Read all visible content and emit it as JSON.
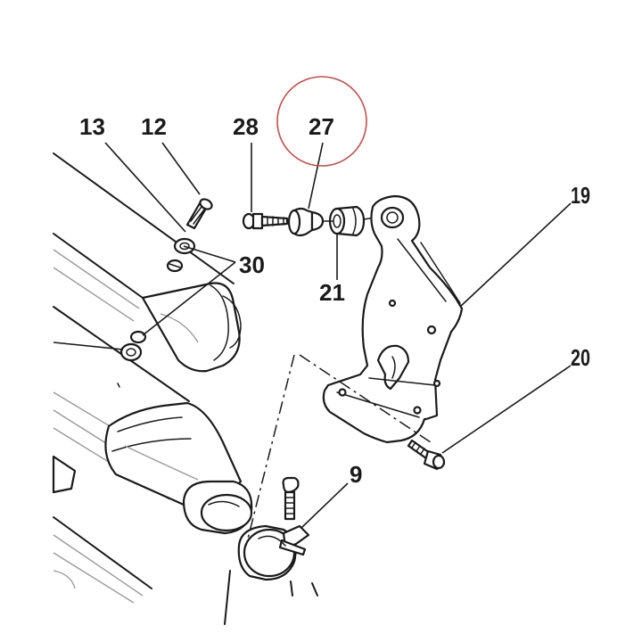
{
  "callouts": {
    "c13": "13",
    "c12": "12",
    "c28": "28",
    "c27": "27",
    "c19": "19",
    "c30": "30",
    "c21": "21",
    "c20": "20",
    "c9": "9"
  },
  "colors": {
    "line": "#1a1a1a",
    "highlight_circle": "#c0504d",
    "background": "#ffffff"
  },
  "highlighted_callout": "27"
}
